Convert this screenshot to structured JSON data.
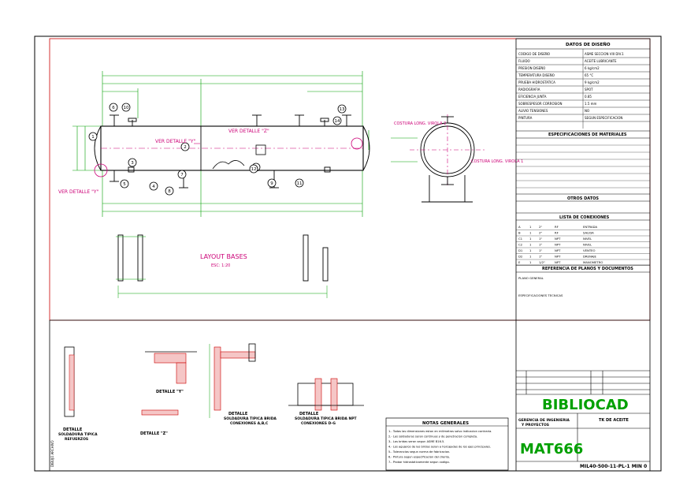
{
  "colors": {
    "frame": "#000000",
    "dimension": "#00a000",
    "detail_callout": "#cc0077",
    "title_accent": "#00a000",
    "hatch": "#cc0000",
    "balloon": "#0000aa"
  },
  "plan_view": {
    "callouts": {
      "detail_y": "VER DETALLE \"Y\"",
      "detail_z": "VER DETALLE \"Z\"",
      "detail_y_left": "VER DETALLE \"Y\"",
      "layout_bases": "LAYOUT BASES",
      "layout_scale": "ESC: 1:20"
    },
    "end_view_labels": {
      "weld_1": "COSTURA LONG. VIROLA 2",
      "weld_2": "COSTURA LONG. VIROLA 1"
    },
    "balloons": [
      "1",
      "2",
      "3",
      "4",
      "5",
      "6",
      "7",
      "8",
      "9",
      "10",
      "11",
      "12",
      "13",
      "14"
    ]
  },
  "details": [
    {
      "title": "DETALLE",
      "subtitle": "SOLDADURA TIPICA",
      "subtitle2": "REFUERZOS"
    },
    {
      "title": "DETALLE \"Y\"",
      "subtitle": "",
      "subtitle2": ""
    },
    {
      "title": "DETALLE \"Z\"",
      "subtitle": "",
      "subtitle2": ""
    },
    {
      "title": "DETALLE",
      "subtitle": "SOLDADURA TIPICA BRIDA",
      "subtitle2": "CONEXIONES A,B,C"
    },
    {
      "title": "DETALLE",
      "subtitle": "SOLDADURA TIPICA BRIDA NPT",
      "subtitle2": "CONEXIONES D-G"
    }
  ],
  "datasheet": {
    "header": "DATOS DE DISEÑO",
    "spec_header": "ESPECIFICACIONES DE MATERIALES",
    "other_header": "OTROS DATOS",
    "conn_header": "LISTA DE CONEXIONES",
    "ref_header": "REFERENCIA DE PLANOS Y DOCUMENTOS",
    "notes_header": "NOTAS GENERALES",
    "rows": [
      [
        "CODIGO DE DISEÑO",
        "ASME SECCION VIII DIV.1"
      ],
      [
        "FLUIDO",
        "ACEITE LUBRICANTE"
      ],
      [
        "PRESION DISEÑO",
        "6 kg/cm2"
      ],
      [
        "TEMPERATURA DISEÑO",
        "65 °C"
      ],
      [
        "PRUEBA HIDROSTATICA",
        "9 kg/cm2"
      ],
      [
        "RADIOGRAFIA",
        "SPOT"
      ],
      [
        "EFICIENCIA JUNTA",
        "0.85"
      ],
      [
        "SOBRESPESOR CORROSION",
        "1.5 mm"
      ],
      [
        "ALIVIO TENSIONES",
        "NO"
      ],
      [
        "PINTURA",
        "SEGUN ESPECIFICACION"
      ]
    ],
    "connections": [
      [
        "A",
        "1",
        "2\"",
        "RF",
        "ENTRADA"
      ],
      [
        "B",
        "1",
        "2\"",
        "RF",
        "SALIDA"
      ],
      [
        "C1",
        "1",
        "1\"",
        "NPT",
        "NIVEL"
      ],
      [
        "C2",
        "1",
        "1\"",
        "NPT",
        "NIVEL"
      ],
      [
        "D1",
        "1",
        "1\"",
        "NPT",
        "VENTEO"
      ],
      [
        "D2",
        "1",
        "1\"",
        "NPT",
        "DRENAJE"
      ],
      [
        "E",
        "1",
        "1/2\"",
        "NPT",
        "MANOMETRO"
      ]
    ],
    "refs": [
      "PLANO GENERAL",
      "ESPECIFICACIONES TECNICAS"
    ]
  },
  "notes": [
    "1.- Todas las dimensiones estan en milimetros salvo indicacion contraria.",
    "2.- Las soldaduras seran continuas y de penetracion completa.",
    "3.- Las bridas seran segun ASME B16.5.",
    "4.- Los agujeros de las bridas seran a horcajadas de los ejes principales.",
    "5.- Tolerancias segun norma de fabricacion.",
    "6.- Pintura segun especificacion del cliente.",
    "7.- Probar hidrostaticamente segun codigo."
  ],
  "title_block": {
    "brand": "BIBLIOCAD",
    "code": "MAT666",
    "drawing_no": "MIL40-500-11-PL-1 MIN 0",
    "desc_left": "GERENCIA DE INGENIERIA",
    "desc_left2": "Y PROYECTOS",
    "title": "TK DE ACEITE",
    "side_label": "DIBUJO ARCHIVO"
  }
}
